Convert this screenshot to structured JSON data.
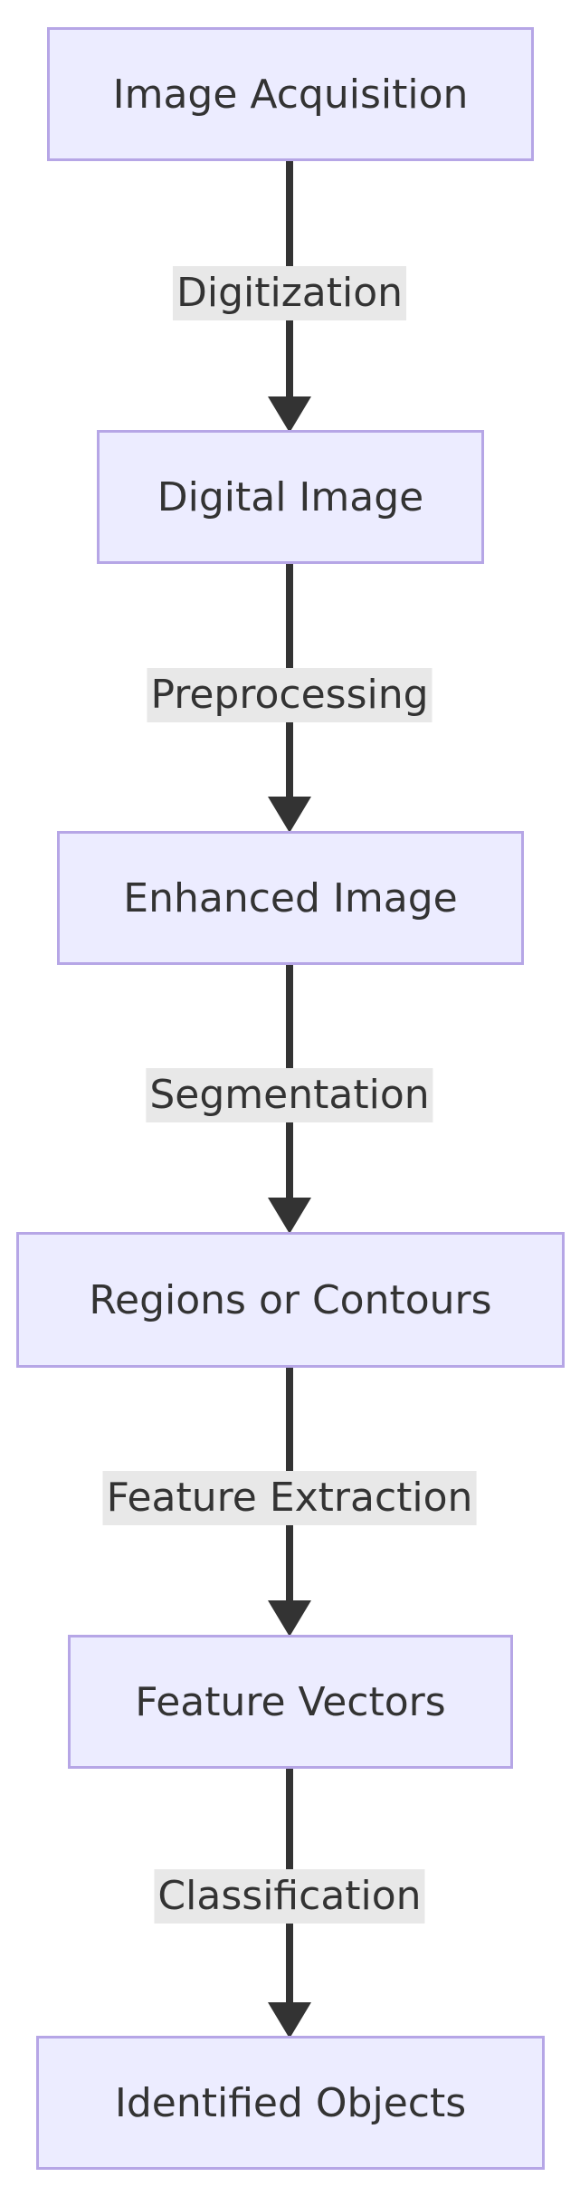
{
  "nodes": [
    {
      "label": "Image Acquisition"
    },
    {
      "label": "Digital Image"
    },
    {
      "label": "Enhanced Image"
    },
    {
      "label": "Regions or Contours"
    },
    {
      "label": "Feature Vectors"
    },
    {
      "label": "Identified Objects"
    }
  ],
  "edges": [
    {
      "from": "Image Acquisition",
      "to": "Digital Image",
      "label": "Digitization"
    },
    {
      "from": "Digital Image",
      "to": "Enhanced Image",
      "label": "Preprocessing"
    },
    {
      "from": "Enhanced Image",
      "to": "Regions or Contours",
      "label": "Segmentation"
    },
    {
      "from": "Regions or Contours",
      "to": "Feature Vectors",
      "label": "Feature Extraction"
    },
    {
      "from": "Feature Vectors",
      "to": "Identified Objects",
      "label": "Classification"
    }
  ],
  "colors": {
    "node_fill": "#ececff",
    "node_border": "#b6a6e6",
    "edge": "#333333",
    "edge_label_bg": "#e8e8e8",
    "text": "#333333"
  }
}
